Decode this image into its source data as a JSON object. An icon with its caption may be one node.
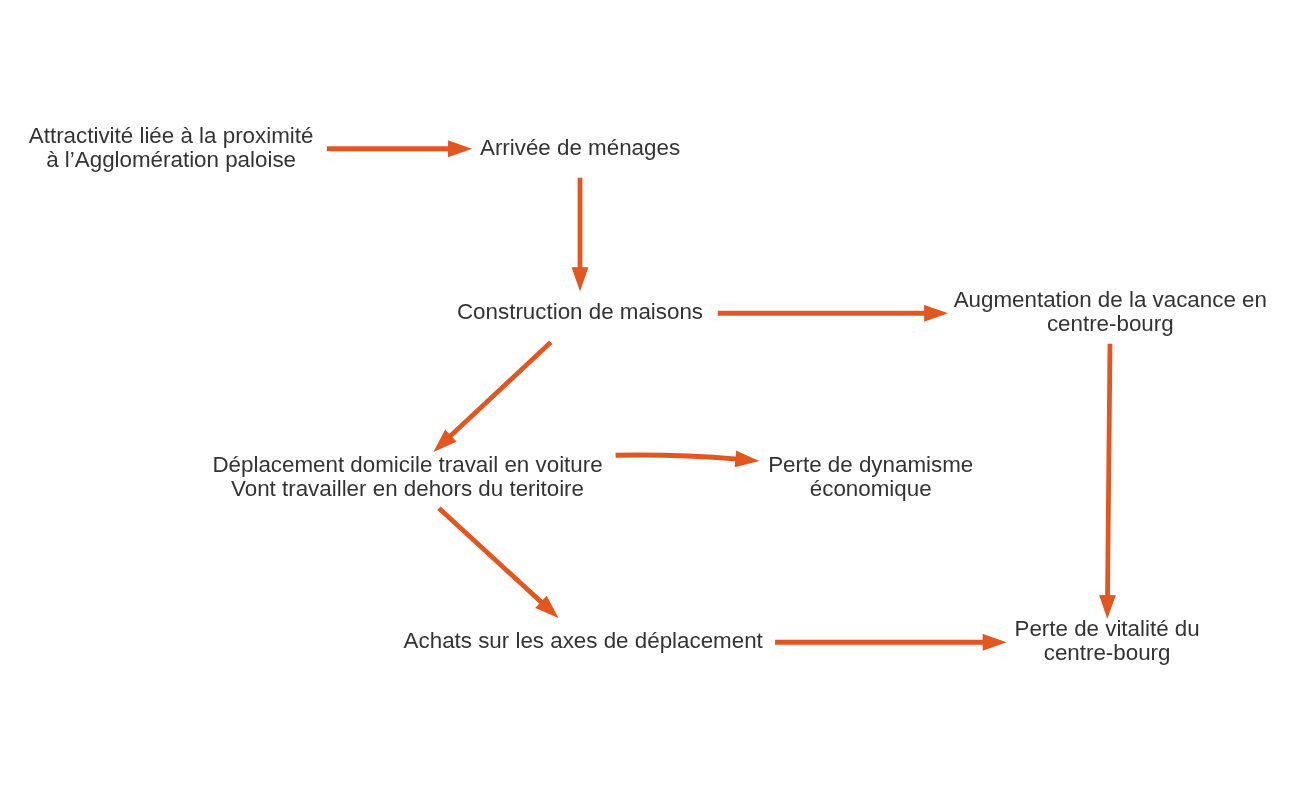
{
  "diagram": {
    "nodes": [
      {
        "text": [
          "Attractivité liée à la proximité à l’Agglomération paloise"
        ]
      },
      {
        "text": [
          "Arrivée de ménages"
        ]
      },
      {
        "text": [
          "Construction de maisons"
        ]
      },
      {
        "text": [
          "Augmentation de la vacance en centre-bourg"
        ]
      },
      {
        "text": [
          "Perte de dynamisme économique"
        ]
      },
      {
        "text": [
          "Déplacement domicile travail en voiture",
          "Vont travailler en dehors du teritoire"
        ]
      },
      {
        "text": [
          "Achats sur les axes de déplacement"
        ]
      },
      {
        "text": [
          "Perte de vitalité du centre-bourg"
        ]
      }
    ],
    "edges": [
      {
        "from": 0,
        "to": 1,
        "arrow": "to"
      },
      {
        "from": 1,
        "to": 2,
        "arrow": "to"
      },
      {
        "from": 2,
        "to": 3,
        "arrow": "to"
      },
      {
        "from": 2,
        "to": 5,
        "arrow": "to"
      },
      {
        "from": 5,
        "to": 4,
        "arrow": "to"
      },
      {
        "from": 5,
        "to": 6,
        "arrow": "to"
      },
      {
        "from": 6,
        "to": 7,
        "arrow": "to"
      },
      {
        "from": 3,
        "to": 7,
        "arrow": "to"
      }
    ]
  }
}
